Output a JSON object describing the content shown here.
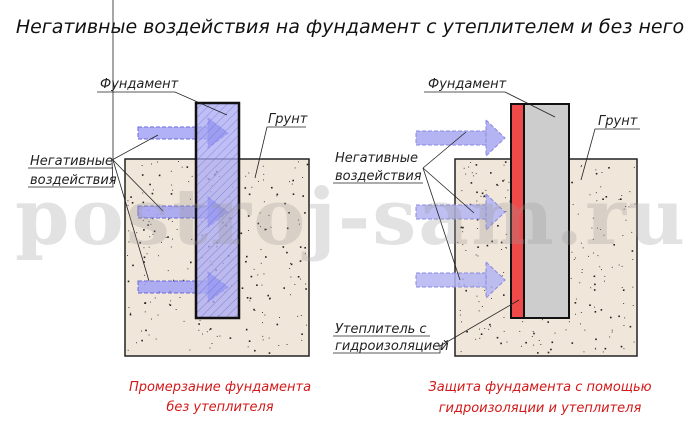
{
  "title": "Негативные воздействия на фундамент с утеплителем и без него",
  "watermark": "postroj-sam.ru",
  "colors": {
    "soil": "#f1e6da",
    "arrow": "#9d9df5",
    "foundation_left": "#a9a9f2",
    "insulation": "#ef4a4a",
    "foundation_right": "#cdcdcd",
    "caption": "#d21818"
  },
  "left": {
    "foundation_label": "Фундамент",
    "soil_label": "Грунт",
    "negative_label_1": "Негативные",
    "negative_label_2": "воздействия",
    "caption_1": "Промерзание фундамента",
    "caption_2": "без утеплителя"
  },
  "right": {
    "foundation_label": "Фундамент",
    "soil_label": "Грунт",
    "negative_label_1": "Негативные",
    "negative_label_2": "воздействия",
    "insulation_label_1": "Утеплитель с",
    "insulation_label_2": "гидроизоляцией",
    "caption_1": "Защита фундамента с помощью",
    "caption_2": "гидроизоляции и утеплителя"
  }
}
